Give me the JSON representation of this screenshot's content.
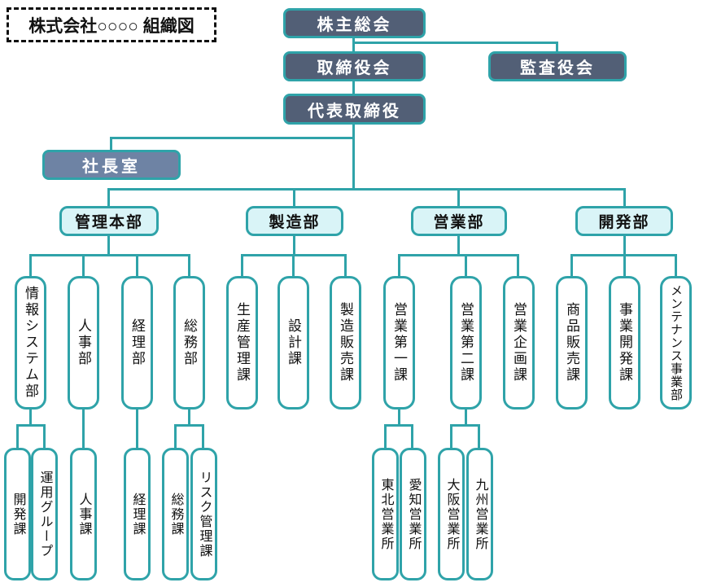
{
  "title": "株式会社○○○○ 組織図",
  "colors": {
    "line_and_border": "#2fa3a9",
    "governance_box": "#525f76",
    "presidents_office_box": "#6e83a4",
    "department_box": "#d9f4f7",
    "unit_box": "#ffffff"
  },
  "top_nodes": {
    "shareholders_meeting": "株主総会",
    "board_of_directors": "取締役会",
    "audit_board": "監査役会",
    "representative_director": "代表取締役",
    "presidents_office": "社長室"
  },
  "departments": [
    {
      "label": "管理本部",
      "divisions": [
        {
          "label": "情報システム部",
          "units": [
            {
              "label": "開発課"
            },
            {
              "label": "運用グループ"
            }
          ]
        },
        {
          "label": "人事部",
          "units": [
            {
              "label": "人事課"
            }
          ]
        },
        {
          "label": "経理部",
          "units": [
            {
              "label": "経理課"
            }
          ]
        },
        {
          "label": "総務部",
          "units": [
            {
              "label": "総務課"
            },
            {
              "label": "リスク管理課"
            }
          ]
        }
      ]
    },
    {
      "label": "製造部",
      "divisions": [
        {
          "label": "生産管理課",
          "units": []
        },
        {
          "label": "設計課",
          "units": []
        },
        {
          "label": "製造販売課",
          "units": []
        }
      ]
    },
    {
      "label": "営業部",
      "divisions": [
        {
          "label": "営業第一課",
          "units": [
            {
              "label": "東北営業所"
            },
            {
              "label": "愛知営業所"
            }
          ]
        },
        {
          "label": "営業第二課",
          "units": [
            {
              "label": "大阪営業所"
            },
            {
              "label": "九州営業所"
            }
          ]
        },
        {
          "label": "営業企画課",
          "units": []
        }
      ]
    },
    {
      "label": "開発部",
      "divisions": [
        {
          "label": "商品販売課",
          "units": []
        },
        {
          "label": "事業開発課",
          "units": []
        },
        {
          "label": "メンテナンス事業部",
          "units": []
        }
      ]
    }
  ]
}
